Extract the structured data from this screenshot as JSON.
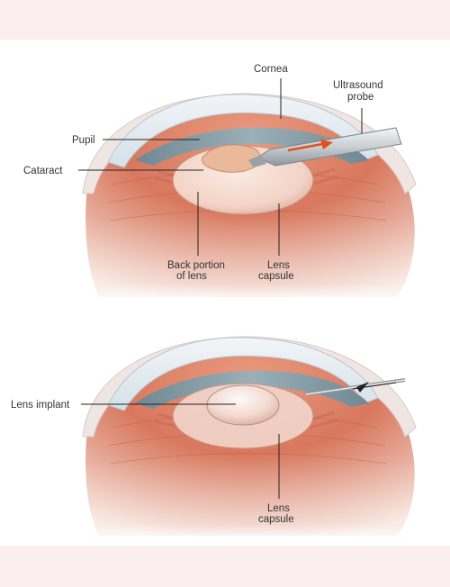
{
  "labels": {
    "cornea": "Cornea",
    "ultrasound_probe_line1": "Ultrasound",
    "ultrasound_probe_line2": "probe",
    "pupil": "Pupil",
    "cataract": "Cataract",
    "back_portion_line1": "Back portion",
    "back_portion_line2": "of lens",
    "lens_capsule_top_line1": "Lens",
    "lens_capsule_top_line2": "capsule",
    "lens_implant": "Lens implant",
    "lens_capsule_bottom_line1": "Lens",
    "lens_capsule_bottom_line2": "capsule"
  },
  "colors": {
    "background_band": "#fbeef0",
    "panel": "#ffffff",
    "cornea": "#dfe8ef",
    "iris": "#8fa4ad",
    "eye_tissue": "#d8785e",
    "eye_tissue_dark": "#b9503a",
    "lens": "#f3d3c6",
    "cataract": "#e9b99a",
    "probe_metal": "#c9ced2",
    "probe_arrow": "#e2501f",
    "leader_line": "#222222"
  }
}
